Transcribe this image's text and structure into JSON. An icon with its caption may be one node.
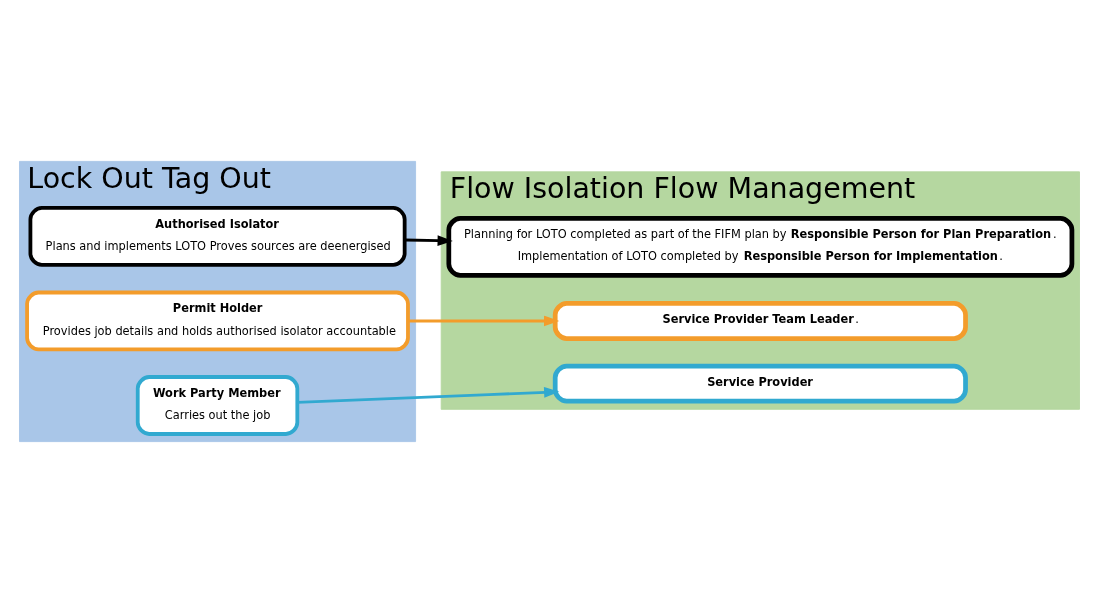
{
  "diagram": {
    "nodes": [
      {
        "text": [
          "Lock Out Tag Out"
        ]
      },
      {
        "text": [
          "Authorised Isolator",
          "Plans and implements LOTO Proves sources are deenergised"
        ],
        "in": 0
      },
      {
        "text": [
          "Permit Holder",
          "Provides job details and holds authorised isolator accountable"
        ],
        "in": 0
      },
      {
        "text": [
          "Work Party Member",
          "Carries out the job"
        ],
        "in": 0
      },
      {
        "text": [
          "Flow Isolation Flow Management"
        ]
      },
      {
        "text": [
          "Planning for LOTO completed as part of the FIFM plan by **Responsible Person for Plan Preparation**.",
          "Implementation of LOTO completed by **Responsible Person for Implementation**."
        ],
        "in": 4
      },
      {
        "text": [
          "**Service Provider Team Leader**."
        ],
        "in": 4
      },
      {
        "text": [
          "Service Provider"
        ],
        "in": 4
      }
    ],
    "edges": [
      {
        "from": 1,
        "to": 5,
        "arrow": "to",
        "color": "#000000"
      },
      {
        "from": 2,
        "to": 6,
        "arrow": "to",
        "color": "#f39c2b"
      },
      {
        "from": 3,
        "to": 7,
        "arrow": "to",
        "color": "#31a9d0"
      }
    ]
  }
}
